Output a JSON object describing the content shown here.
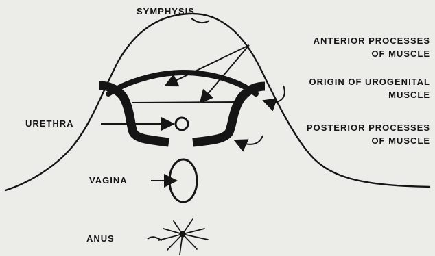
{
  "labels": {
    "symphysis": "SYMPHYSIS",
    "anterior_line1": "ANTERIOR PROCESSES",
    "anterior_line2": "OF MUSCLE",
    "origin_line1": "ORIGIN OF UROGENITAL",
    "origin_line2": "MUSCLE",
    "urethra": "URETHRA",
    "posterior_line1": "POSTERIOR PROCESSES",
    "posterior_line2": "OF MUSCLE",
    "vagina": "VAGINA",
    "anus": "ANUS"
  },
  "colors": {
    "background": "#ecece9",
    "ink": "#151515"
  }
}
